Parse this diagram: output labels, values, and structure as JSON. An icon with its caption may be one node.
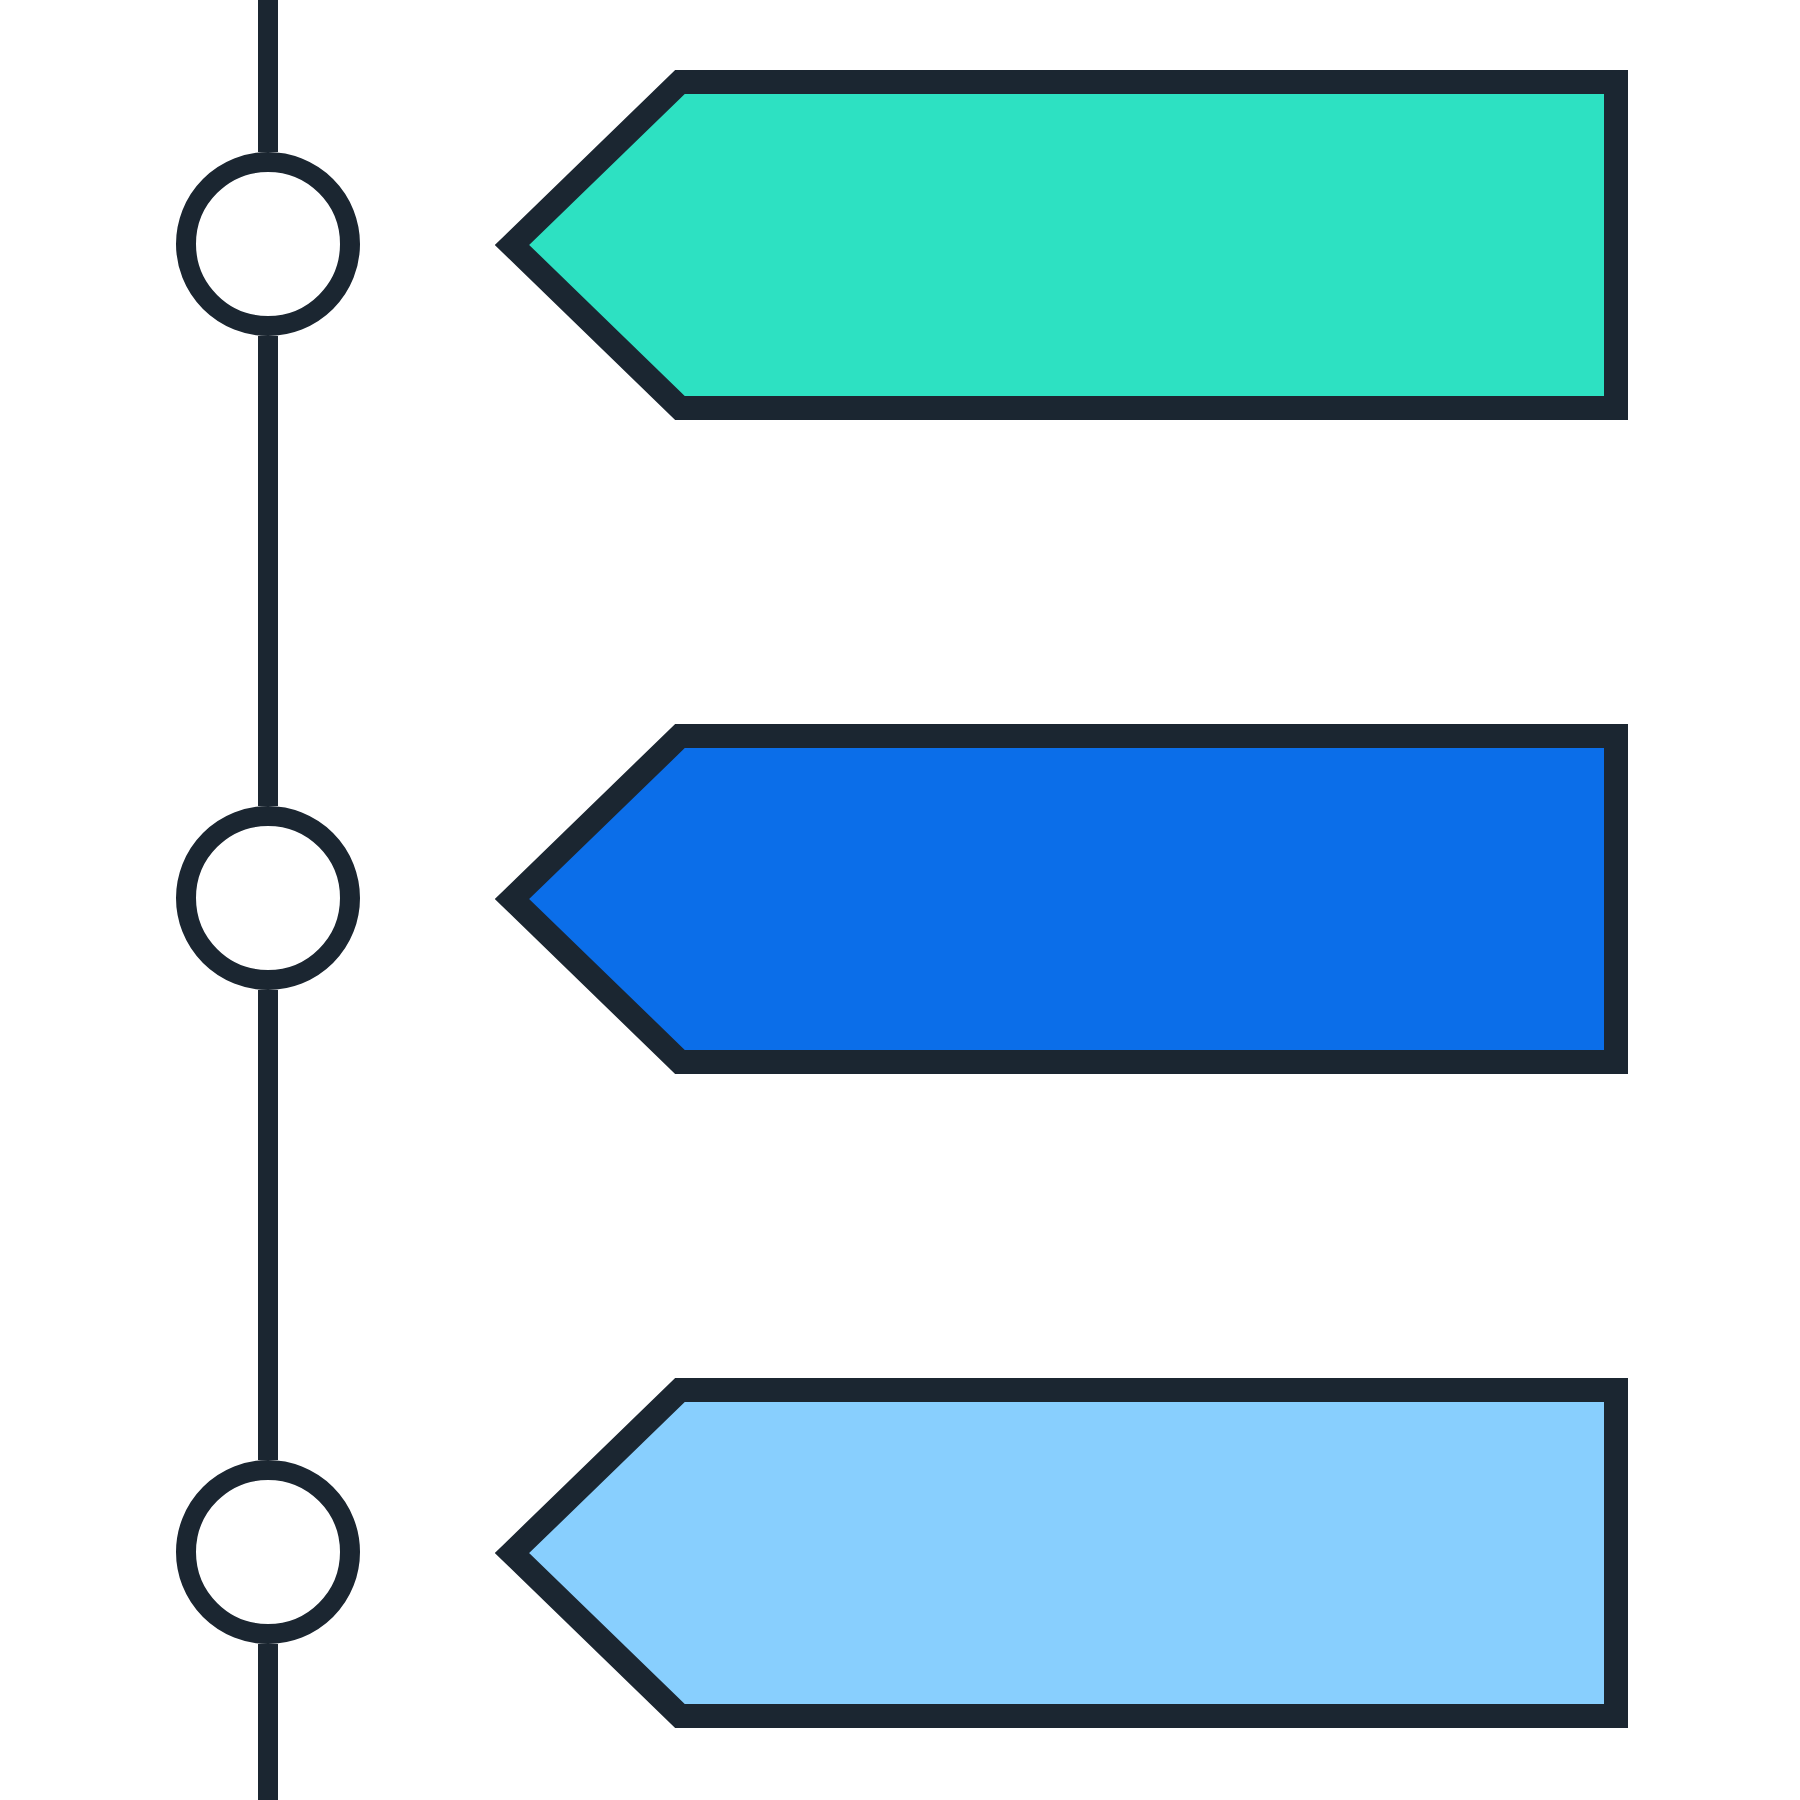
{
  "diagram": {
    "nodes": [
      {
        "text": [],
        "shape": "circle"
      },
      {
        "text": [],
        "shape": "pentagon"
      },
      {
        "text": [],
        "shape": "circle"
      },
      {
        "text": [],
        "shape": "pentagon"
      },
      {
        "text": [],
        "shape": "circle"
      },
      {
        "text": [],
        "shape": "pentagon"
      }
    ],
    "edges": [
      {
        "from": null,
        "to": 0,
        "arrow": "none"
      },
      {
        "from": 0,
        "to": 2,
        "arrow": "none"
      },
      {
        "from": 2,
        "to": 4,
        "arrow": "none"
      },
      {
        "from": 4,
        "to": null,
        "arrow": "none"
      }
    ]
  }
}
